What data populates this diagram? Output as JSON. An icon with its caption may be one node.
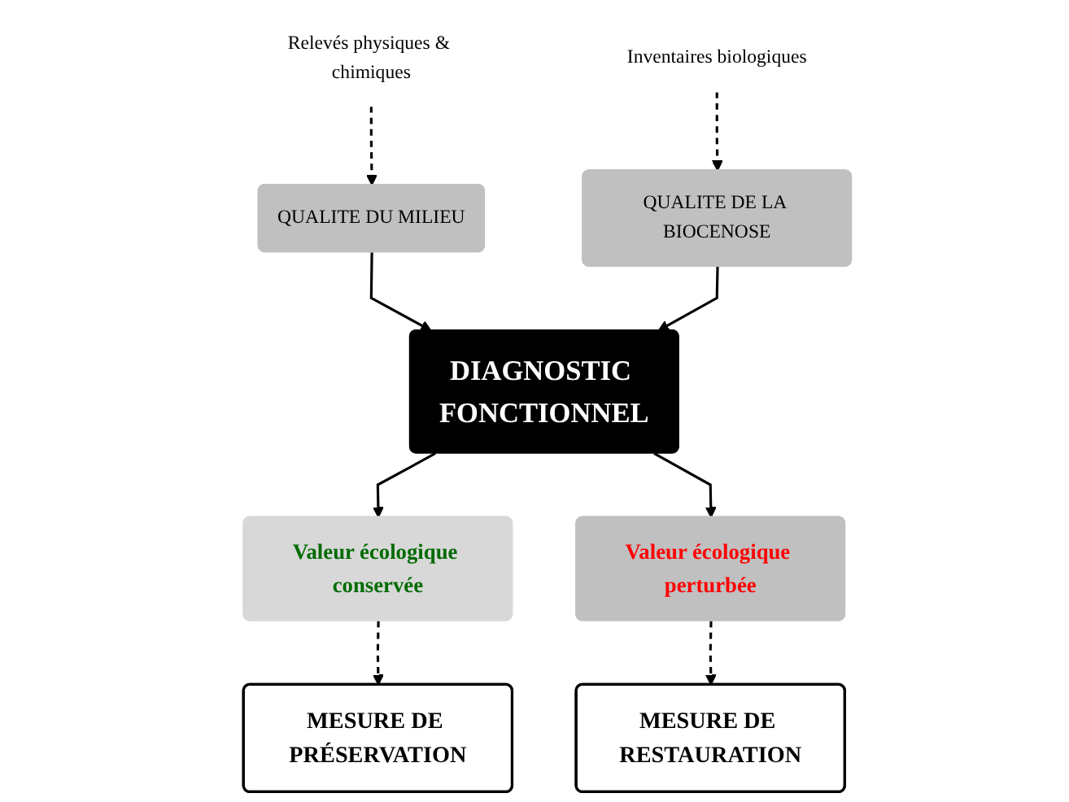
{
  "diagram": {
    "nodes": [
      {
        "text": [
          "Relevés physiques & chimiques"
        ]
      },
      {
        "text": [
          "Inventaires biologiques"
        ]
      },
      {
        "text": [
          "QUALITE DU MILIEU"
        ]
      },
      {
        "text": [
          "QUALITE DE LA BIOCENOSE"
        ]
      },
      {
        "text": [
          "DIAGNOSTIC FONCTIONNEL"
        ]
      },
      {
        "text": [
          "Valeur écologique conservée"
        ]
      },
      {
        "text": [
          "Valeur écologique perturbée"
        ]
      },
      {
        "text": [
          "MESURE DE PRÉSERVATION"
        ]
      },
      {
        "text": [
          "MESURE DE RESTAURATION"
        ]
      }
    ],
    "edges": [
      {
        "from": 0,
        "to": 2,
        "arrow": "to",
        "style": "dashed"
      },
      {
        "from": 1,
        "to": 3,
        "arrow": "to",
        "style": "dashed"
      },
      {
        "from": 2,
        "to": 4,
        "arrow": "to"
      },
      {
        "from": 3,
        "to": 4,
        "arrow": "to"
      },
      {
        "from": 4,
        "to": 5,
        "arrow": "to"
      },
      {
        "from": 4,
        "to": 6,
        "arrow": "to"
      },
      {
        "from": 5,
        "to": 7,
        "arrow": "to",
        "style": "dashed"
      },
      {
        "from": 6,
        "to": 8,
        "arrow": "to",
        "style": "dashed"
      }
    ]
  }
}
